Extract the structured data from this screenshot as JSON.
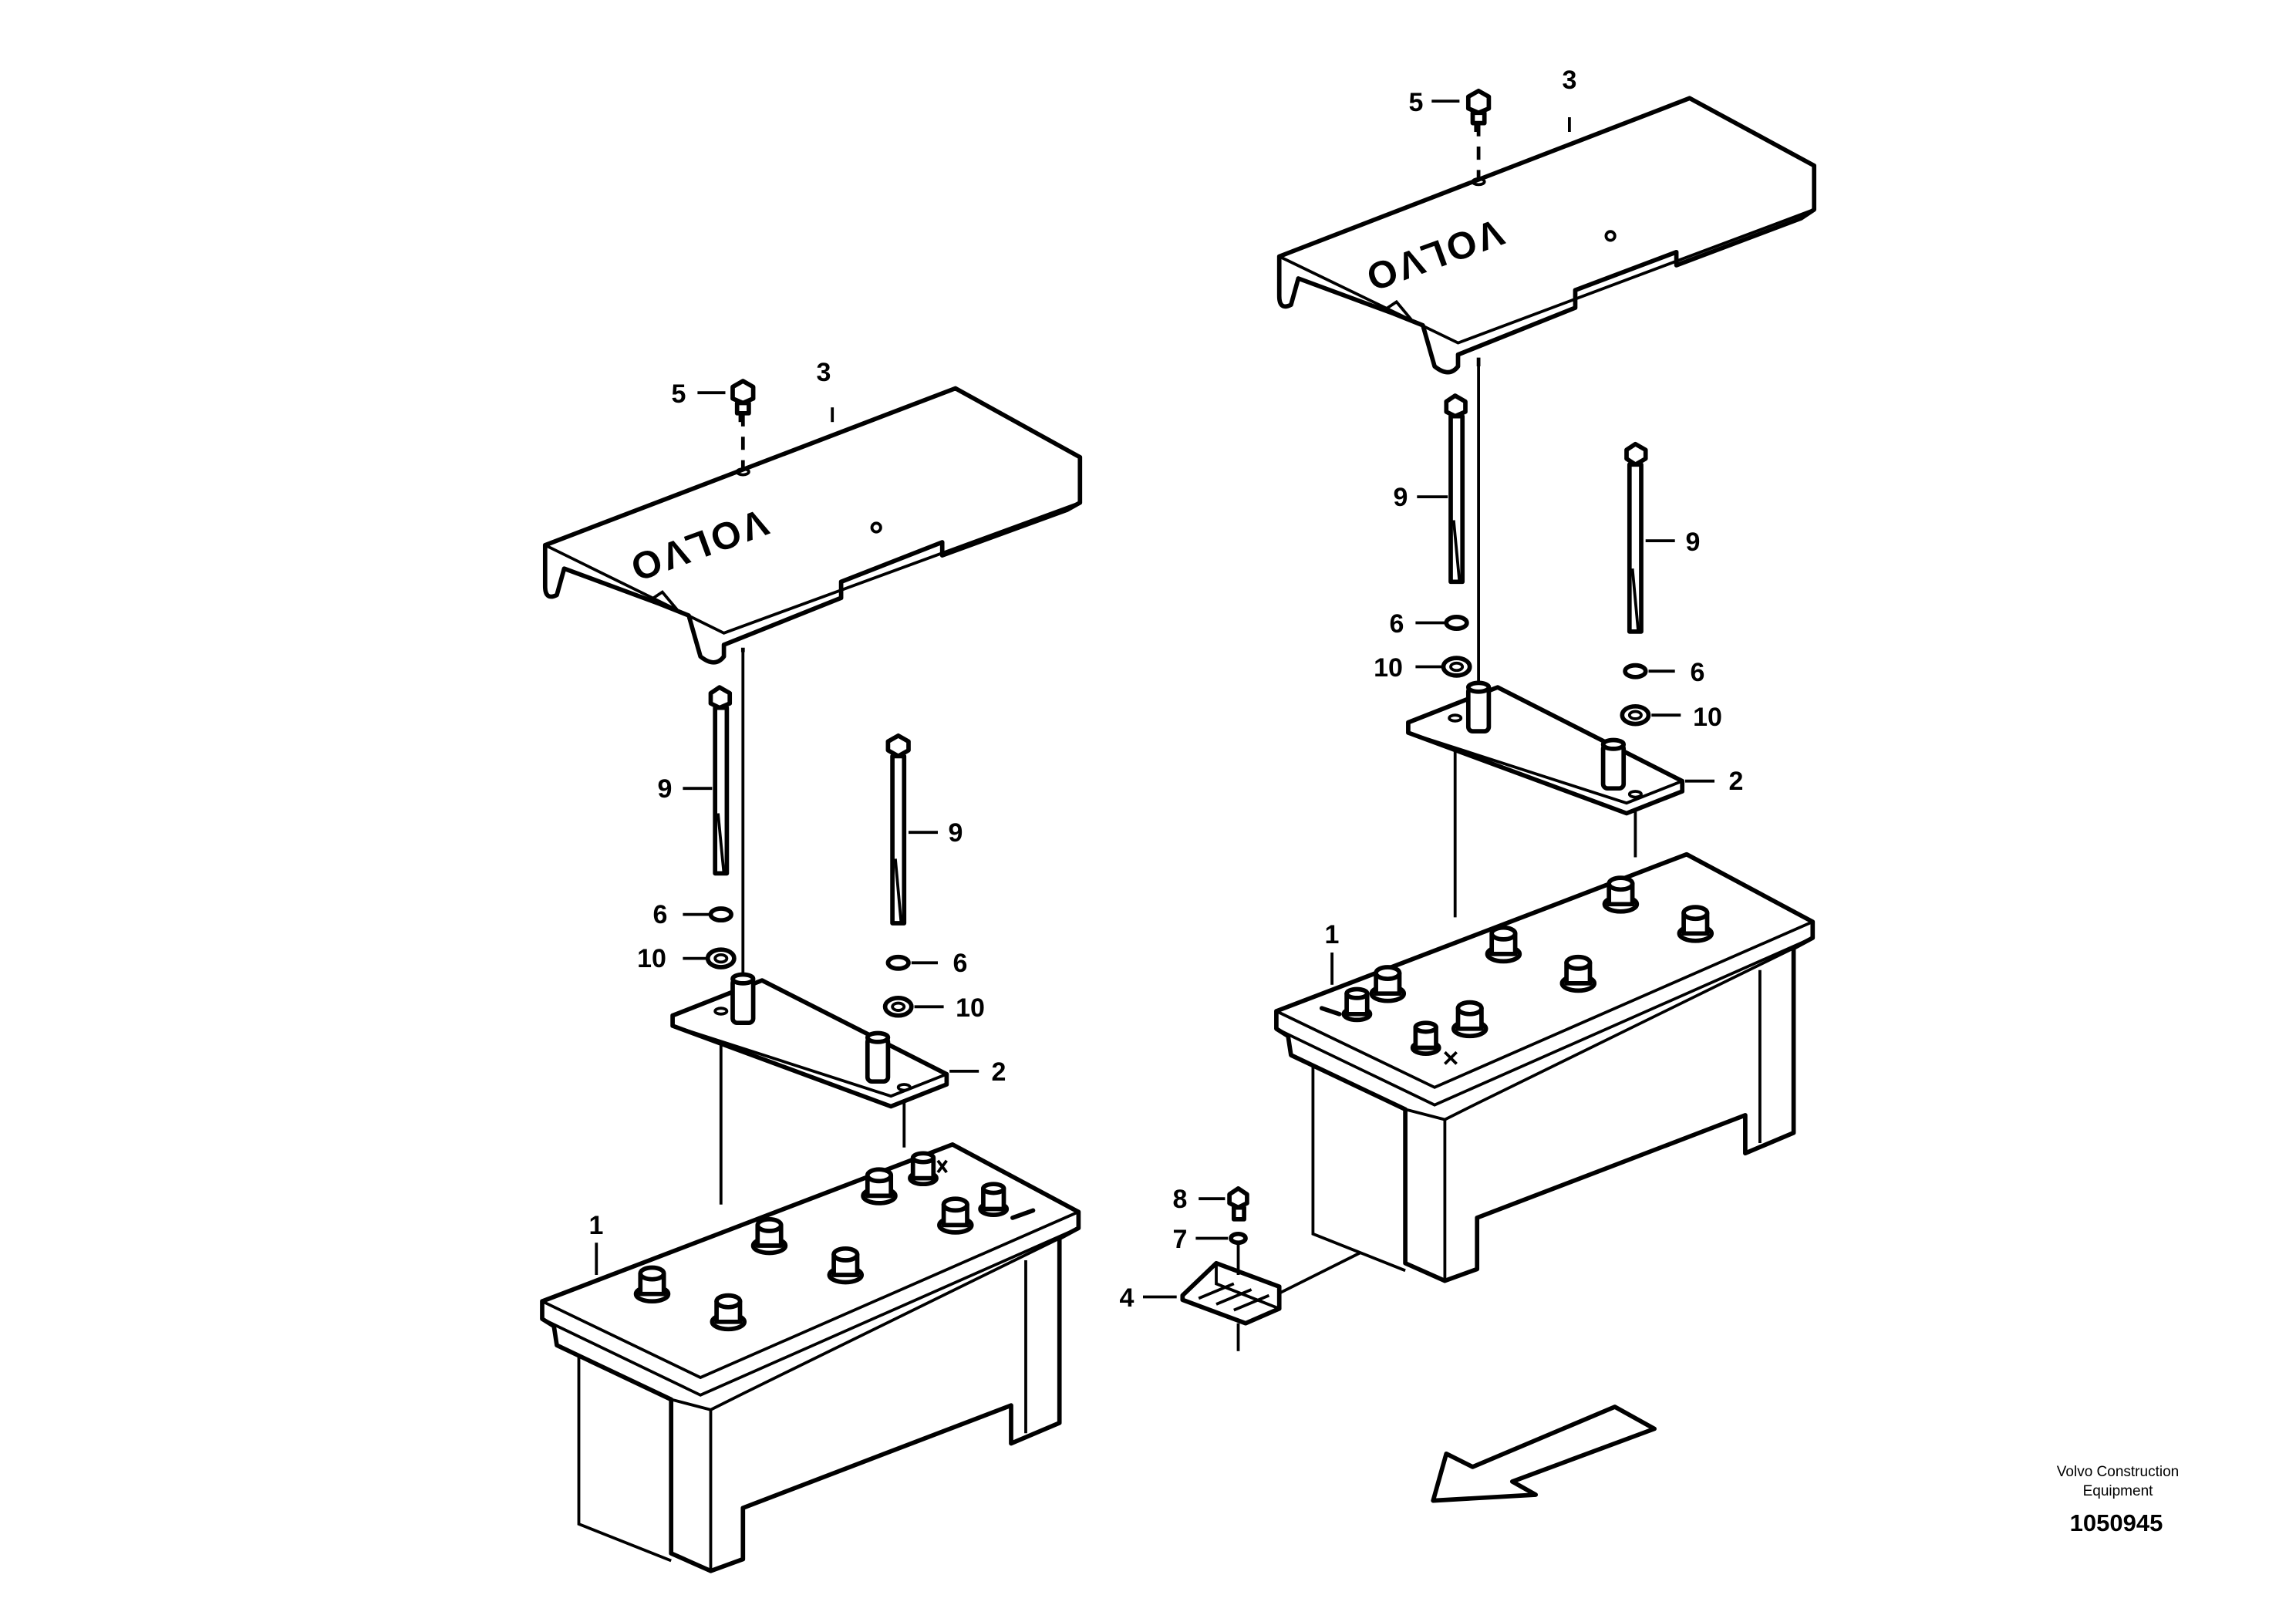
{
  "callouts": {
    "battery": "1",
    "bracket": "2",
    "cover": "3",
    "clamp": "4",
    "screw": "5",
    "spring_washer": "6",
    "small_washer": "7",
    "small_screw": "8",
    "bolt": "9",
    "washer": "10"
  },
  "cover_logo_text": "VOLVO",
  "caption": {
    "company_line1": "Volvo Construction",
    "company_line2": "Equipment",
    "drawing_number": "1050945"
  },
  "colors": {
    "line": "#000000",
    "background": "#ffffff"
  }
}
